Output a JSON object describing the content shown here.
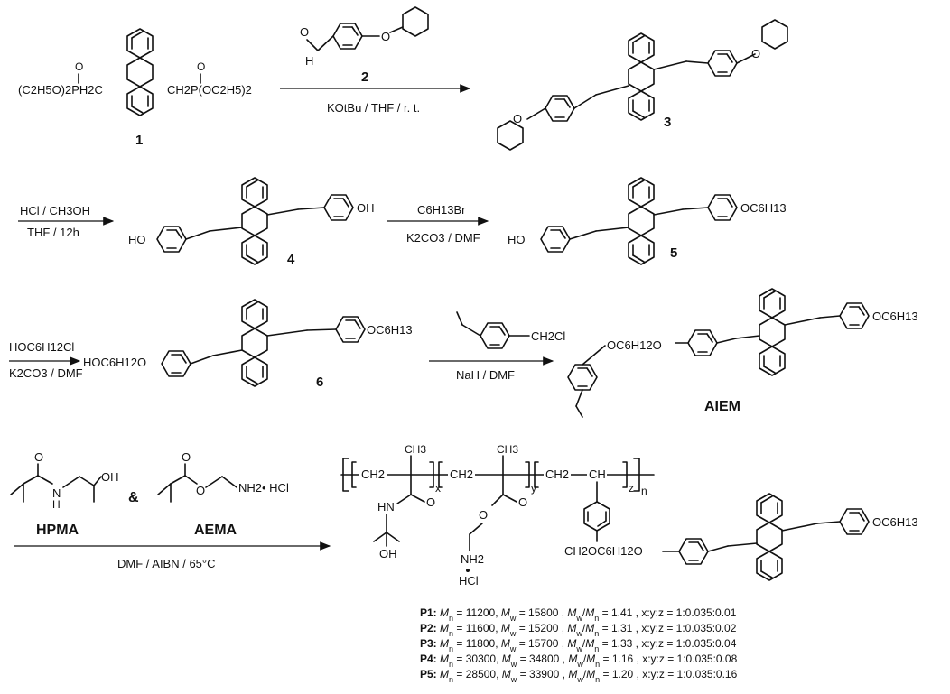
{
  "row1": {
    "left_group": "(C2H5O)2PH2C",
    "right_group": "CH2P(OC2H5)2",
    "compound_1": "1",
    "reagent_num": "2",
    "conditions": "KOtBu / THF / r. t.",
    "compound_3": "3"
  },
  "row2": {
    "cond_top": "HCl / CH3OH",
    "cond_bottom": "THF / 12h",
    "ho_left": "HO",
    "oh_right": "OH",
    "compound_4": "4",
    "reagent2_top": "C6H13Br",
    "reagent2_bottom": "K2CO3 / DMF",
    "ho5": "HO",
    "oc6_5": "OC6H13",
    "compound_5": "5"
  },
  "row3": {
    "reagent_top": "HOC6H12Cl",
    "reagent_bottom": "K2CO3 / DMF",
    "hoc6": "HOC6H12O",
    "oc6_6": "OC6H13",
    "compound_6": "6",
    "ch2cl": "CH2Cl",
    "cond": "NaH / DMF",
    "linker": "OC6H12O",
    "oc6_aiem": "OC6H13",
    "aiem": "AIEM"
  },
  "row4": {
    "hpma": "HPMA",
    "aema": "AEMA",
    "amp": "&",
    "nh2hcl": "NH2• HCl",
    "cond": "DMF / AIBN / 65°C",
    "ch2": "CH2",
    "ch3": "CH3",
    "ch": "CH",
    "x": "x",
    "y": "y",
    "z": "z",
    "n": "n",
    "hn": "HN",
    "oh": "OH",
    "nh2": "NH2",
    "hcl": "HCl",
    "polylinker": "CH2OC6H12O",
    "oc6_p": "OC6H13",
    "o": "O",
    "h_atom": "H",
    "n_atom": "N"
  },
  "polymers": [
    {
      "name": "P1:",
      "mn": "11200",
      "mw": "15800",
      "pdi": "1.41",
      "ratio": "1:0.035:0.01"
    },
    {
      "name": "P2:",
      "mn": "11600",
      "mw": "15200",
      "pdi": "1.31",
      "ratio": "1:0.035:0.02"
    },
    {
      "name": "P3:",
      "mn": "11800",
      "mw": "15700",
      "pdi": "1.33",
      "ratio": "1:0.035:0.04"
    },
    {
      "name": "P4:",
      "mn": "30300",
      "mw": "34800",
      "pdi": "1.16",
      "ratio": "1:0.035:0.08"
    },
    {
      "name": "P5:",
      "mn": "28500",
      "mw": "33900",
      "pdi": "1.20",
      "ratio": "1:0.035:0.16"
    }
  ]
}
